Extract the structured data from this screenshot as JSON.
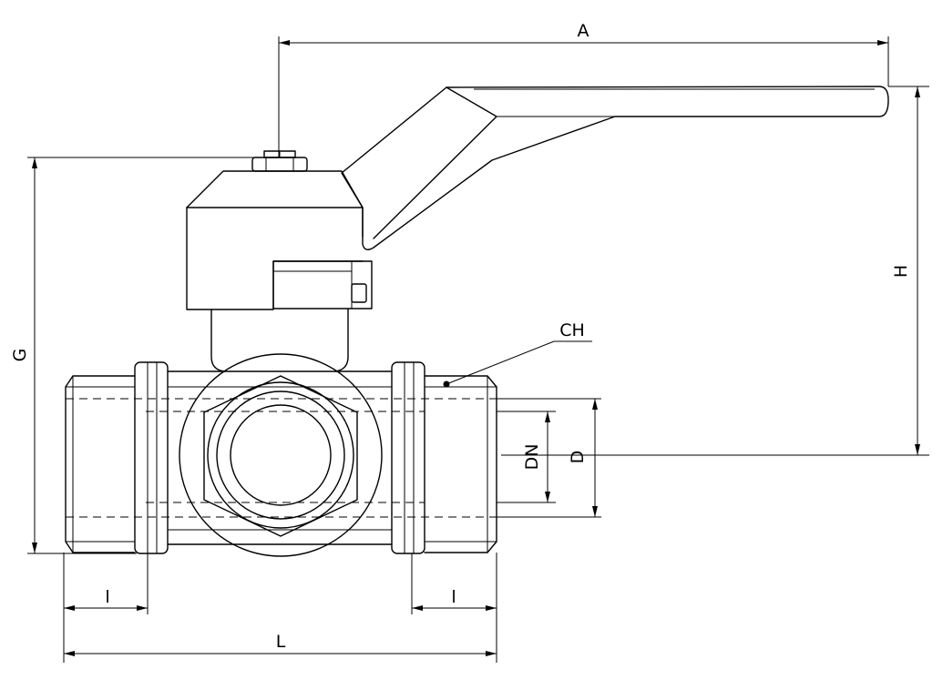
{
  "dimensions": {
    "A": "A",
    "H": "H",
    "G": "G",
    "CH": "CH",
    "DN": "DN",
    "D": "D",
    "l_left": "l",
    "l_right": "l",
    "L": "L"
  }
}
